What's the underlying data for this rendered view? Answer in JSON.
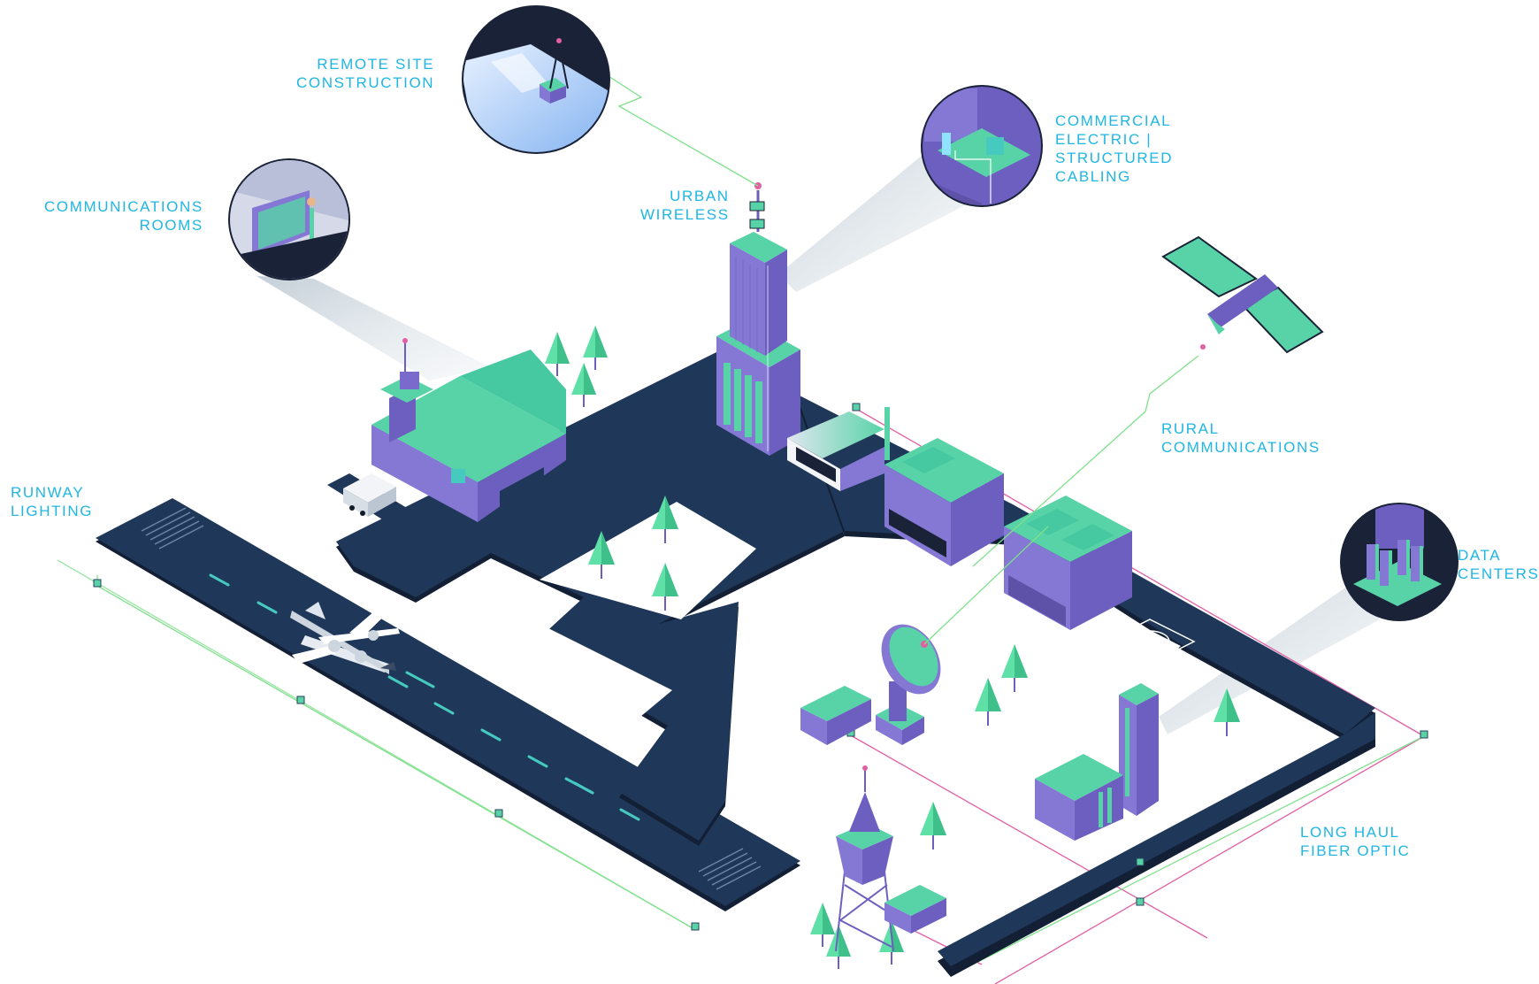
{
  "labels": {
    "remote_site": [
      "REMOTE SITE",
      "CONSTRUCTION"
    ],
    "comm_rooms": [
      "COMMUNICATIONS",
      "ROOMS"
    ],
    "urban_wireless": [
      "URBAN",
      "WIRELESS"
    ],
    "commercial": [
      "COMMERCIAL",
      "ELECTRIC |",
      "STRUCTURED",
      "CABLING"
    ],
    "rural": [
      "RURAL",
      "COMMUNICATIONS"
    ],
    "runway": [
      "RUNWAY",
      "LIGHTING"
    ],
    "data_centers": [
      "DATA",
      "CENTERS"
    ],
    "long_haul": [
      "LONG HAUL",
      "FIBER OPTIC"
    ],
    "helipad_mark": "H"
  },
  "colors": {
    "label": "#1fb6e4",
    "road": "#1f3758",
    "road_edge": "#121f35",
    "building_side": "#6d5fbf",
    "building_front": "#8577d4",
    "building_top": "#58d3a8",
    "tree": "#5ee0a6",
    "fiber_pink": "#e25fa5",
    "fiber_green": "#7fe08c",
    "beam": "#c9d4dc",
    "circle_bg": "#1a2238"
  },
  "icons": [
    "airplane-icon",
    "satellite-icon",
    "radio-tower-icon",
    "satellite-dish-icon",
    "control-tower-icon",
    "helipad-icon",
    "truck-icon",
    "tree-icon"
  ]
}
